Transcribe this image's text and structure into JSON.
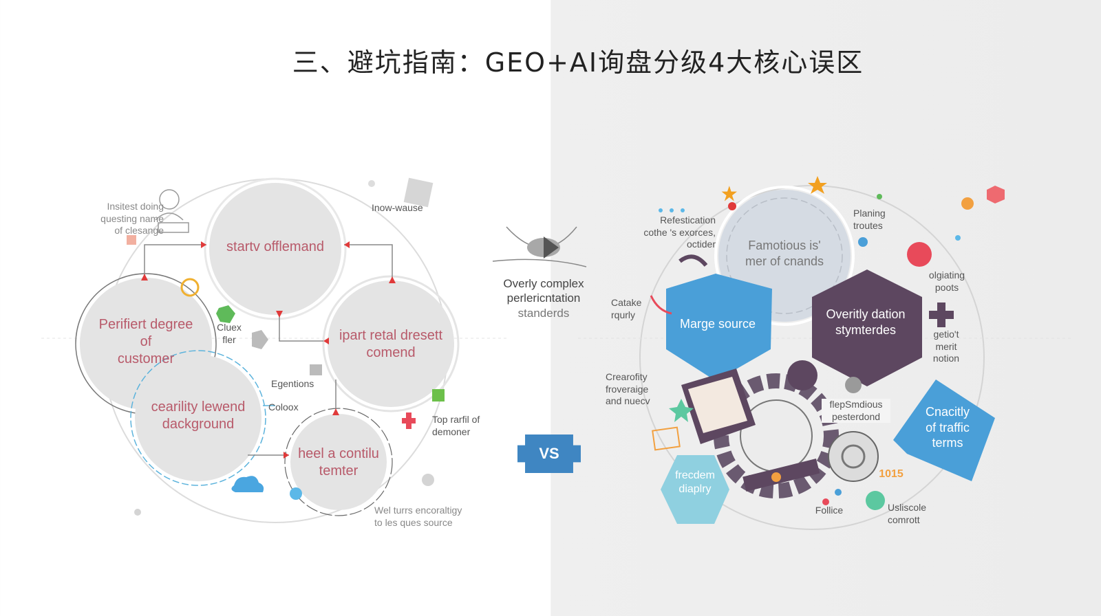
{
  "title": "三、避坑指南：GEO+AI询盘分级4大核心误区",
  "center": {
    "caption": [
      "Overly complex",
      "perlericntation",
      "standerds"
    ],
    "vs_label": "VS"
  },
  "left": {
    "circles": [
      {
        "label": [
          "startv offlemand"
        ]
      },
      {
        "label": [
          "Perifiert degree",
          "of",
          "customer"
        ]
      },
      {
        "label": [
          "ipart retal dresett",
          "comend"
        ]
      },
      {
        "label": [
          "cearility lewend",
          "dackground"
        ]
      },
      {
        "label": [
          "heel a contilu",
          "temter"
        ]
      }
    ],
    "notes": [
      {
        "text": [
          "Insitest doing",
          "questing name",
          "of clesange"
        ]
      },
      {
        "text": [
          "Inow-wause"
        ]
      },
      {
        "text": [
          "Cluex",
          "fler"
        ]
      },
      {
        "text": [
          "Egentions"
        ]
      },
      {
        "text": [
          "Coloox"
        ]
      },
      {
        "text": [
          "Top rarfil of",
          "demoner"
        ]
      },
      {
        "text": [
          "Wel turrs encoraltigy",
          "to les ques source"
        ]
      }
    ]
  },
  "right": {
    "shapes": [
      {
        "label": [
          "Famotious is'",
          "mer of cnands"
        ]
      },
      {
        "label": [
          "Marge source"
        ]
      },
      {
        "label": [
          "Overitly dation",
          "stymterdes"
        ]
      },
      {
        "label": [
          "Cnacitly",
          "of traffic",
          "terms"
        ]
      },
      {
        "label": [
          "frecdem",
          "diaplry"
        ]
      }
    ],
    "notes": [
      {
        "text": [
          "Refestication",
          "cothe 's exorces,",
          "octider"
        ]
      },
      {
        "text": [
          "Planing",
          "troutes"
        ]
      },
      {
        "text": [
          "Catake",
          "rqurly"
        ]
      },
      {
        "text": [
          "olgiating",
          "poots"
        ]
      },
      {
        "text": [
          "getio't",
          "merit",
          "notion"
        ]
      },
      {
        "text": [
          "Crearofity",
          "froveraige",
          "and nuecv"
        ]
      },
      {
        "text": [
          "flepSmdious",
          "pesterdond"
        ]
      },
      {
        "text": [
          "1015"
        ]
      },
      {
        "text": [
          "Follice"
        ]
      },
      {
        "text": [
          "Usliscole",
          "comrott"
        ]
      }
    ]
  },
  "colors": {
    "blue": "#4a9fd8",
    "purple": "#5d4760",
    "lightblue": "#8fd0e0",
    "pink_text": "#b85a6a",
    "red_arrow": "#e03a3a"
  }
}
